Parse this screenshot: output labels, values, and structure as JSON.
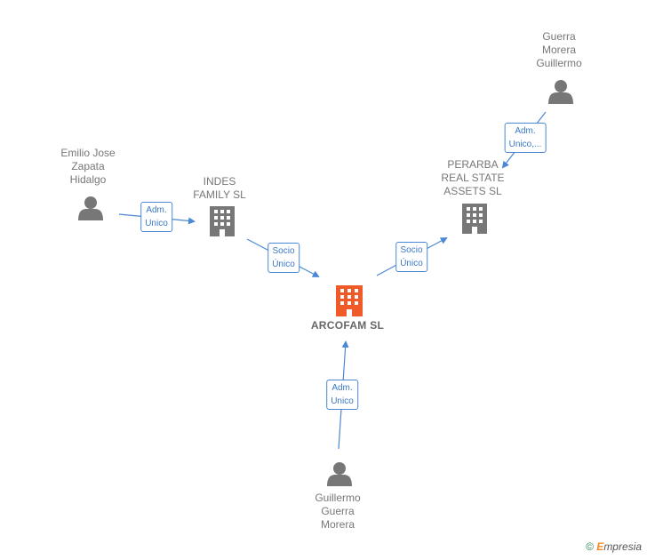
{
  "colors": {
    "edge": "#4a88d6",
    "building": "#777777",
    "building_main": "#f05a28",
    "person": "#777777"
  },
  "nodes": {
    "arcofam": {
      "label": "ARCOFAM  SL",
      "type": "company-main"
    },
    "indes": {
      "label": "INDES\nFAMILY  SL",
      "type": "company"
    },
    "perarba": {
      "label": "PERARBA\nREAL STATE\nASSETS  SL",
      "type": "company"
    },
    "emilio": {
      "label": "Emilio Jose\nZapata\nHidalgo",
      "type": "person"
    },
    "guerra_top": {
      "label": "Guerra\nMorera\nGuillermo",
      "type": "person"
    },
    "guillermo_bottom": {
      "label": "Guillermo\nGuerra\nMorera",
      "type": "person"
    }
  },
  "edges": {
    "emilio_indes": "Adm.\nUnico",
    "indes_arcofam": "Socio\nÚnico",
    "arcofam_perarba": "Socio\nÚnico",
    "guerra_perarba": "Adm.\nUnico,...",
    "guillermo_arcofam": "Adm.\nUnico"
  },
  "footer": {
    "copyright": "©",
    "brand_initial": "E",
    "brand_rest": "mpresia"
  }
}
